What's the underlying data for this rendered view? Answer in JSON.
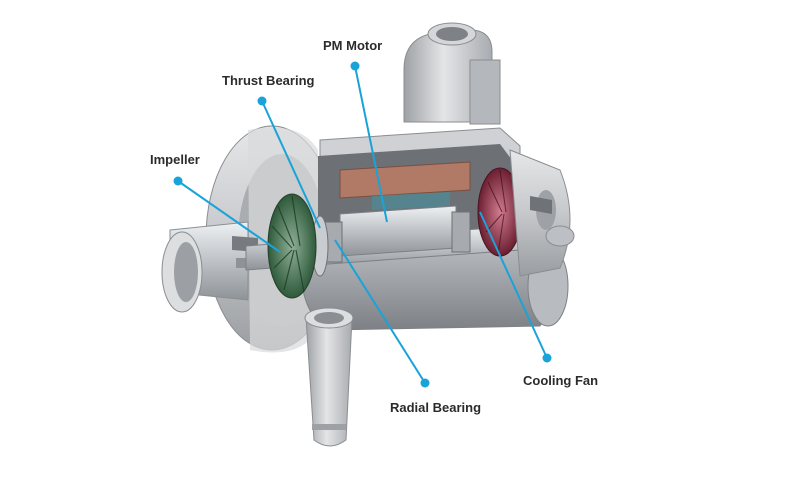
{
  "callouts": [
    {
      "key": "pm_motor",
      "label": "PM Motor"
    },
    {
      "key": "thrust_bearing",
      "label": "Thrust Bearing"
    },
    {
      "key": "impeller",
      "label": "Impeller"
    },
    {
      "key": "cooling_fan",
      "label": "Cooling Fan"
    },
    {
      "key": "radial_bearing",
      "label": "Radial Bearing"
    }
  ],
  "colors": {
    "leader": "#1aa3d9",
    "label_text": "#2b2b2b",
    "housing": "#c9cacc",
    "housing_shadow": "#8f9296",
    "rotor": "#bfc3c7",
    "stator_copper": "#b07a66",
    "impeller_green": "#3d6b4a",
    "cooling_fan_red": "#8c2f44"
  }
}
